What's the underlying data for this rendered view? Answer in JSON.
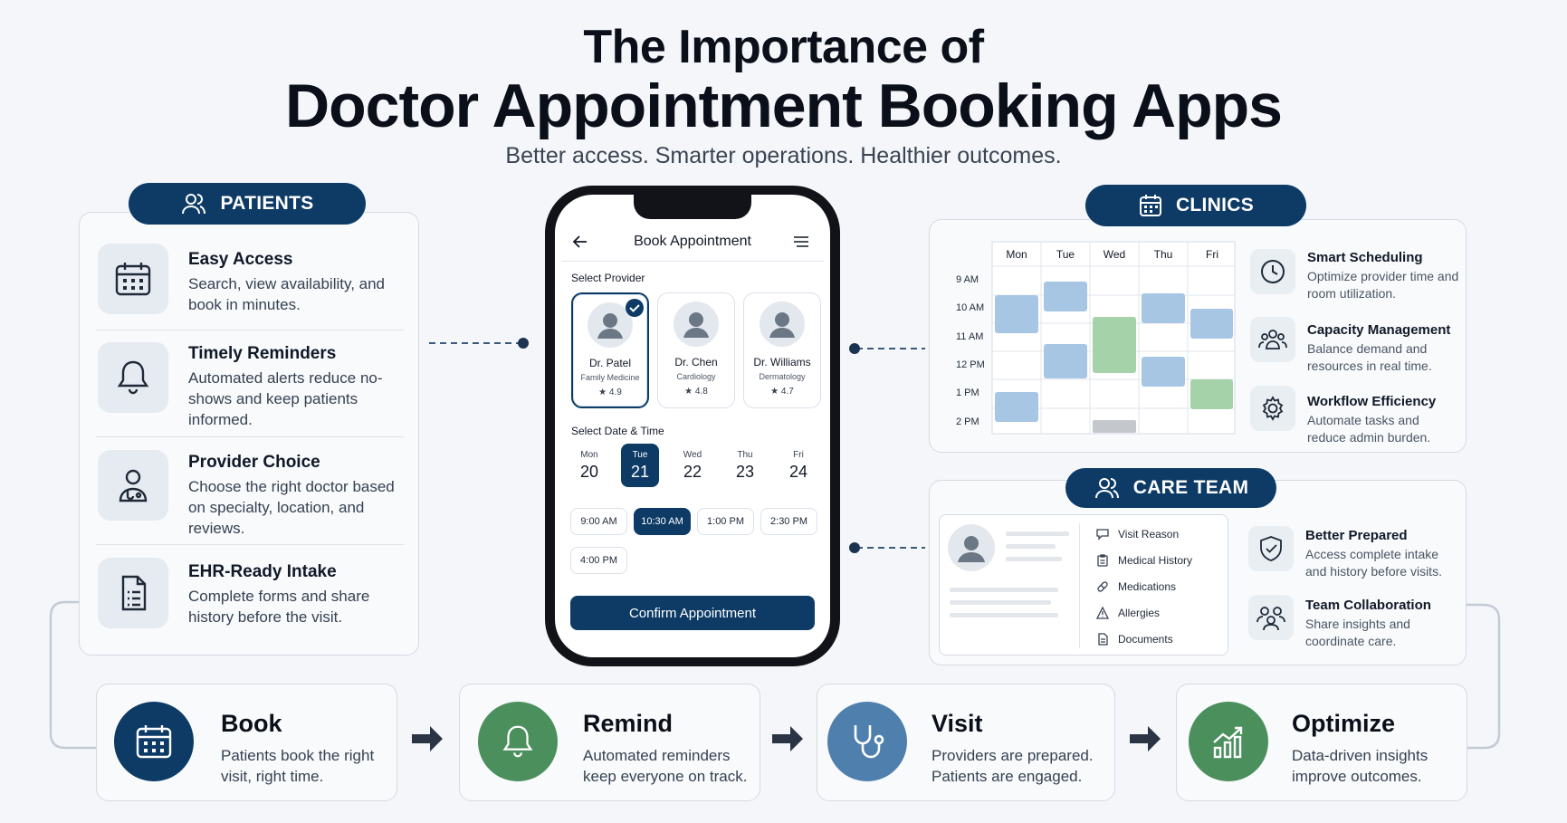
{
  "header": {
    "title_line1": "The Importance of",
    "title_line2": "Doctor Appointment Booking Apps",
    "subtitle": "Better access. Smarter operations. Healthier outcomes."
  },
  "patients": {
    "label": "PATIENTS",
    "items": [
      {
        "title": "Easy Access",
        "desc": "Search, view availability, and book in minutes.",
        "icon": "calendar-icon"
      },
      {
        "title": "Timely Reminders",
        "desc": "Automated alerts reduce no-shows and keep patients informed.",
        "icon": "bell-icon"
      },
      {
        "title": "Provider Choice",
        "desc": "Choose the right doctor based on specialty, location, and reviews.",
        "icon": "doctor-icon"
      },
      {
        "title": "EHR-Ready Intake",
        "desc": "Complete forms and share history before the visit.",
        "icon": "clipboard-icon"
      }
    ]
  },
  "phone": {
    "screen_title": "Book Appointment",
    "select_provider_label": "Select Provider",
    "providers": [
      {
        "name": "Dr. Patel",
        "specialty": "Family Medicine",
        "rating": "4.9",
        "selected": true
      },
      {
        "name": "Dr. Chen",
        "specialty": "Cardiology",
        "rating": "4.8",
        "selected": false
      },
      {
        "name": "Dr. Williams",
        "specialty": "Dermatology",
        "rating": "4.7",
        "selected": false
      }
    ],
    "select_datetime_label": "Select Date & Time",
    "days": [
      {
        "dow": "Mon",
        "num": "20",
        "selected": false
      },
      {
        "dow": "Tue",
        "num": "21",
        "selected": true
      },
      {
        "dow": "Wed",
        "num": "22",
        "selected": false
      },
      {
        "dow": "Thu",
        "num": "23",
        "selected": false
      },
      {
        "dow": "Fri",
        "num": "24",
        "selected": false
      }
    ],
    "slots": [
      {
        "time": "9:00 AM",
        "selected": false
      },
      {
        "time": "10:30 AM",
        "selected": true
      },
      {
        "time": "1:00 PM",
        "selected": false
      },
      {
        "time": "2:30 PM",
        "selected": false
      },
      {
        "time": "4:00 PM",
        "selected": false
      }
    ],
    "confirm_label": "Confirm Appointment"
  },
  "clinics": {
    "label": "CLINICS",
    "calendar": {
      "days": [
        "Mon",
        "Tue",
        "Wed",
        "Thu",
        "Fri"
      ],
      "times": [
        "9 AM",
        "10 AM",
        "11 AM",
        "12 PM",
        "1 PM",
        "2 PM"
      ]
    },
    "items": [
      {
        "title": "Smart Scheduling",
        "desc": "Optimize provider time and room utilization.",
        "icon": "clock-icon"
      },
      {
        "title": "Capacity Management",
        "desc": "Balance demand and resources in real time.",
        "icon": "group-icon"
      },
      {
        "title": "Workflow Efficiency",
        "desc": "Automate tasks and reduce admin burden.",
        "icon": "gear-icon"
      }
    ]
  },
  "care_team": {
    "label": "CARE TEAM",
    "record_items": [
      "Visit Reason",
      "Medical History",
      "Medications",
      "Allergies",
      "Documents"
    ],
    "items": [
      {
        "title": "Better Prepared",
        "desc": "Access complete intake and history before visits.",
        "icon": "shield-check-icon"
      },
      {
        "title": "Team Collaboration",
        "desc": "Share insights and coordinate care.",
        "icon": "team-icon"
      }
    ]
  },
  "flow": [
    {
      "title": "Book",
      "desc": "Patients book the right visit, right time.",
      "color": "#0d3b66"
    },
    {
      "title": "Remind",
      "desc": "Automated reminders keep everyone on track.",
      "color": "#4a8f5c"
    },
    {
      "title": "Visit",
      "desc": "Providers are prepared. Patients are engaged.",
      "color": "#4f80ad"
    },
    {
      "title": "Optimize",
      "desc": "Data-driven insights improve outcomes.",
      "color": "#4a8f5c"
    }
  ]
}
